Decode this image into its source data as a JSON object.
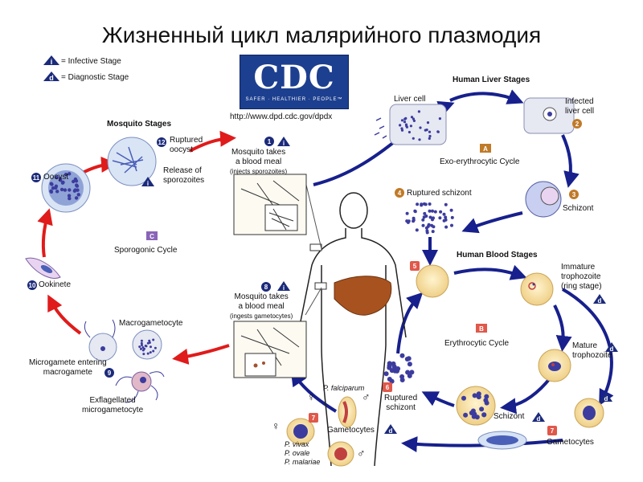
{
  "title": "Жизненный цикл малярийного плазмодия",
  "legend": {
    "infective_symbol": "i",
    "infective": "= Infective Stage",
    "diagnostic_symbol": "d",
    "diagnostic": "= Diagnostic Stage"
  },
  "logo": {
    "text": "CDC",
    "tagline": "SAFER · HEALTHIER · PEOPLE™",
    "url": "http://www.dpd.cdc.gov/dpdx"
  },
  "sections": {
    "mosquito": "Mosquito Stages",
    "liver": "Human Liver Stages",
    "blood": "Human Blood Stages"
  },
  "cycles": {
    "a_letter": "A",
    "a": "Exo-erythrocytic Cycle",
    "b_letter": "B",
    "b": "Erythrocytic Cycle",
    "c_letter": "C",
    "c": "Sporogonic Cycle"
  },
  "stages": {
    "s1_num": "1",
    "s1_l1": "Mosquito takes",
    "s1_l2": "a blood meal",
    "s1_l3": "(injects sporozoites)",
    "liver_cell": "Liver cell",
    "s2_num": "2",
    "s2_l1": "Infected",
    "s2_l2": "liver cell",
    "s3_num": "3",
    "s3": "Schizont",
    "s4_num": "4",
    "s4": "Ruptured schizont",
    "s5_num": "5",
    "immature_l1": "Immature",
    "immature_l2": "trophozoite",
    "immature_l3": "(ring stage)",
    "mature_l1": "Mature",
    "mature_l2": "trophozoite",
    "schizont_blood": "Schizont",
    "s6_num": "6",
    "s6_l1": "Ruptured",
    "s6_l2": "schizont",
    "s7_num": "7",
    "gametocytes": "Gametocytes",
    "gametocytes_left": "Gametocytes",
    "p_falciparum": "P. falciparum",
    "p_vivax": "P. vivax",
    "p_ovale": "P. ovale",
    "p_malariae": "P. malariae",
    "female": "♀",
    "male": "♂",
    "s8_num": "8",
    "s8_l1": "Mosquito takes",
    "s8_l2": "a blood meal",
    "s8_l3": "(ingests gametocytes)",
    "s9_num": "9",
    "macrogametocyte": "Macrogametocyte",
    "microgamete_l1": "Microgamete entering",
    "microgamete_l2": "macrogamete",
    "exflag_l1": "Exflagellated",
    "exflag_l2": "microgametocyte",
    "s10_num": "10",
    "ookinete": "Ookinete",
    "s11_num": "11",
    "oocyst": "Oocyst",
    "s12_num": "12",
    "ruptured_oocyst_l1": "Ruptured",
    "ruptured_oocyst_l2": "oocyst",
    "release_l1": "Release of",
    "release_l2": "sporozoites"
  },
  "colors": {
    "blue_arrow": "#17208c",
    "red_arrow": "#e01b1b",
    "badge": "#1b2a7a",
    "red_badge": "#e0584a",
    "letter_box": "#8a64b8",
    "orange_badge": "#c07a28",
    "cell_fill": "#f7dfa6",
    "parasite": "#3c3c9e",
    "liver": "#a8531f",
    "logo_bg": "#1d3f8f"
  }
}
